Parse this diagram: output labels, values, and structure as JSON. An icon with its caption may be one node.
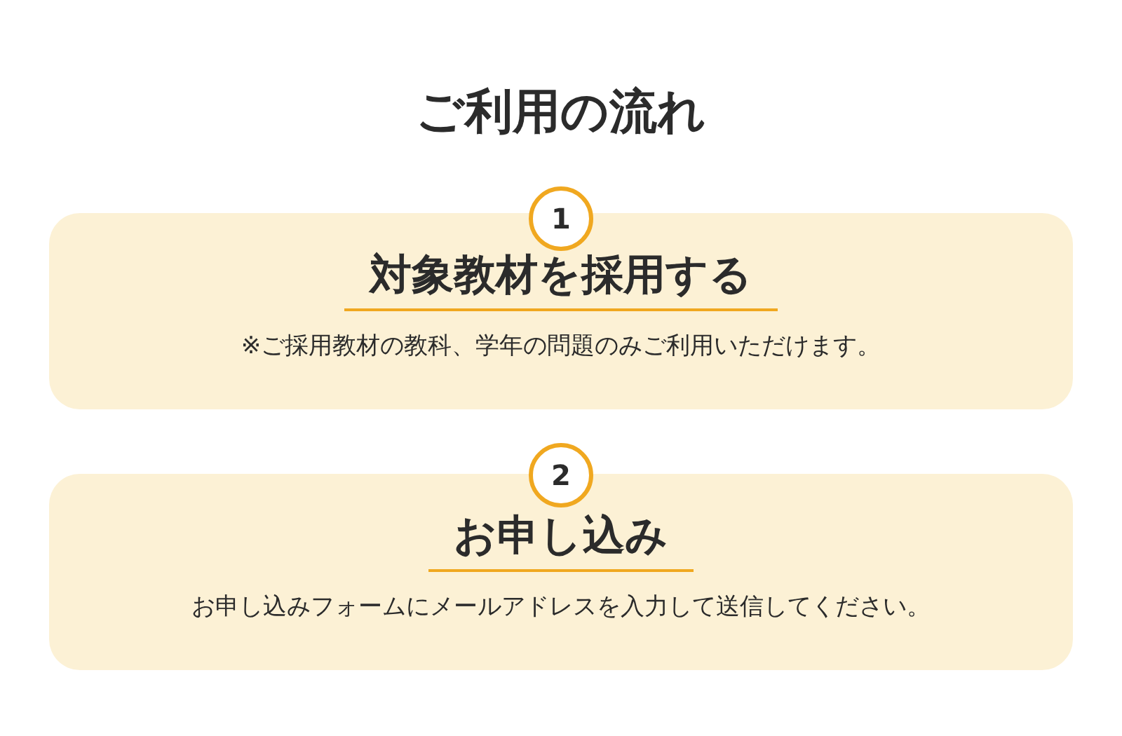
{
  "diagram": {
    "title": "ご利用の流れ",
    "nodes": [
      {
        "text": [
          "1"
        ]
      },
      {
        "text": [
          "対象教材を採用する",
          "※ご採用教材の教科、学年の問題のみご利用いただけます。"
        ]
      },
      {
        "text": [
          "2"
        ]
      },
      {
        "text": [
          "お申し込み",
          "お申し込みフォームにメールアドレスを入力して送信してください。"
        ]
      }
    ]
  }
}
